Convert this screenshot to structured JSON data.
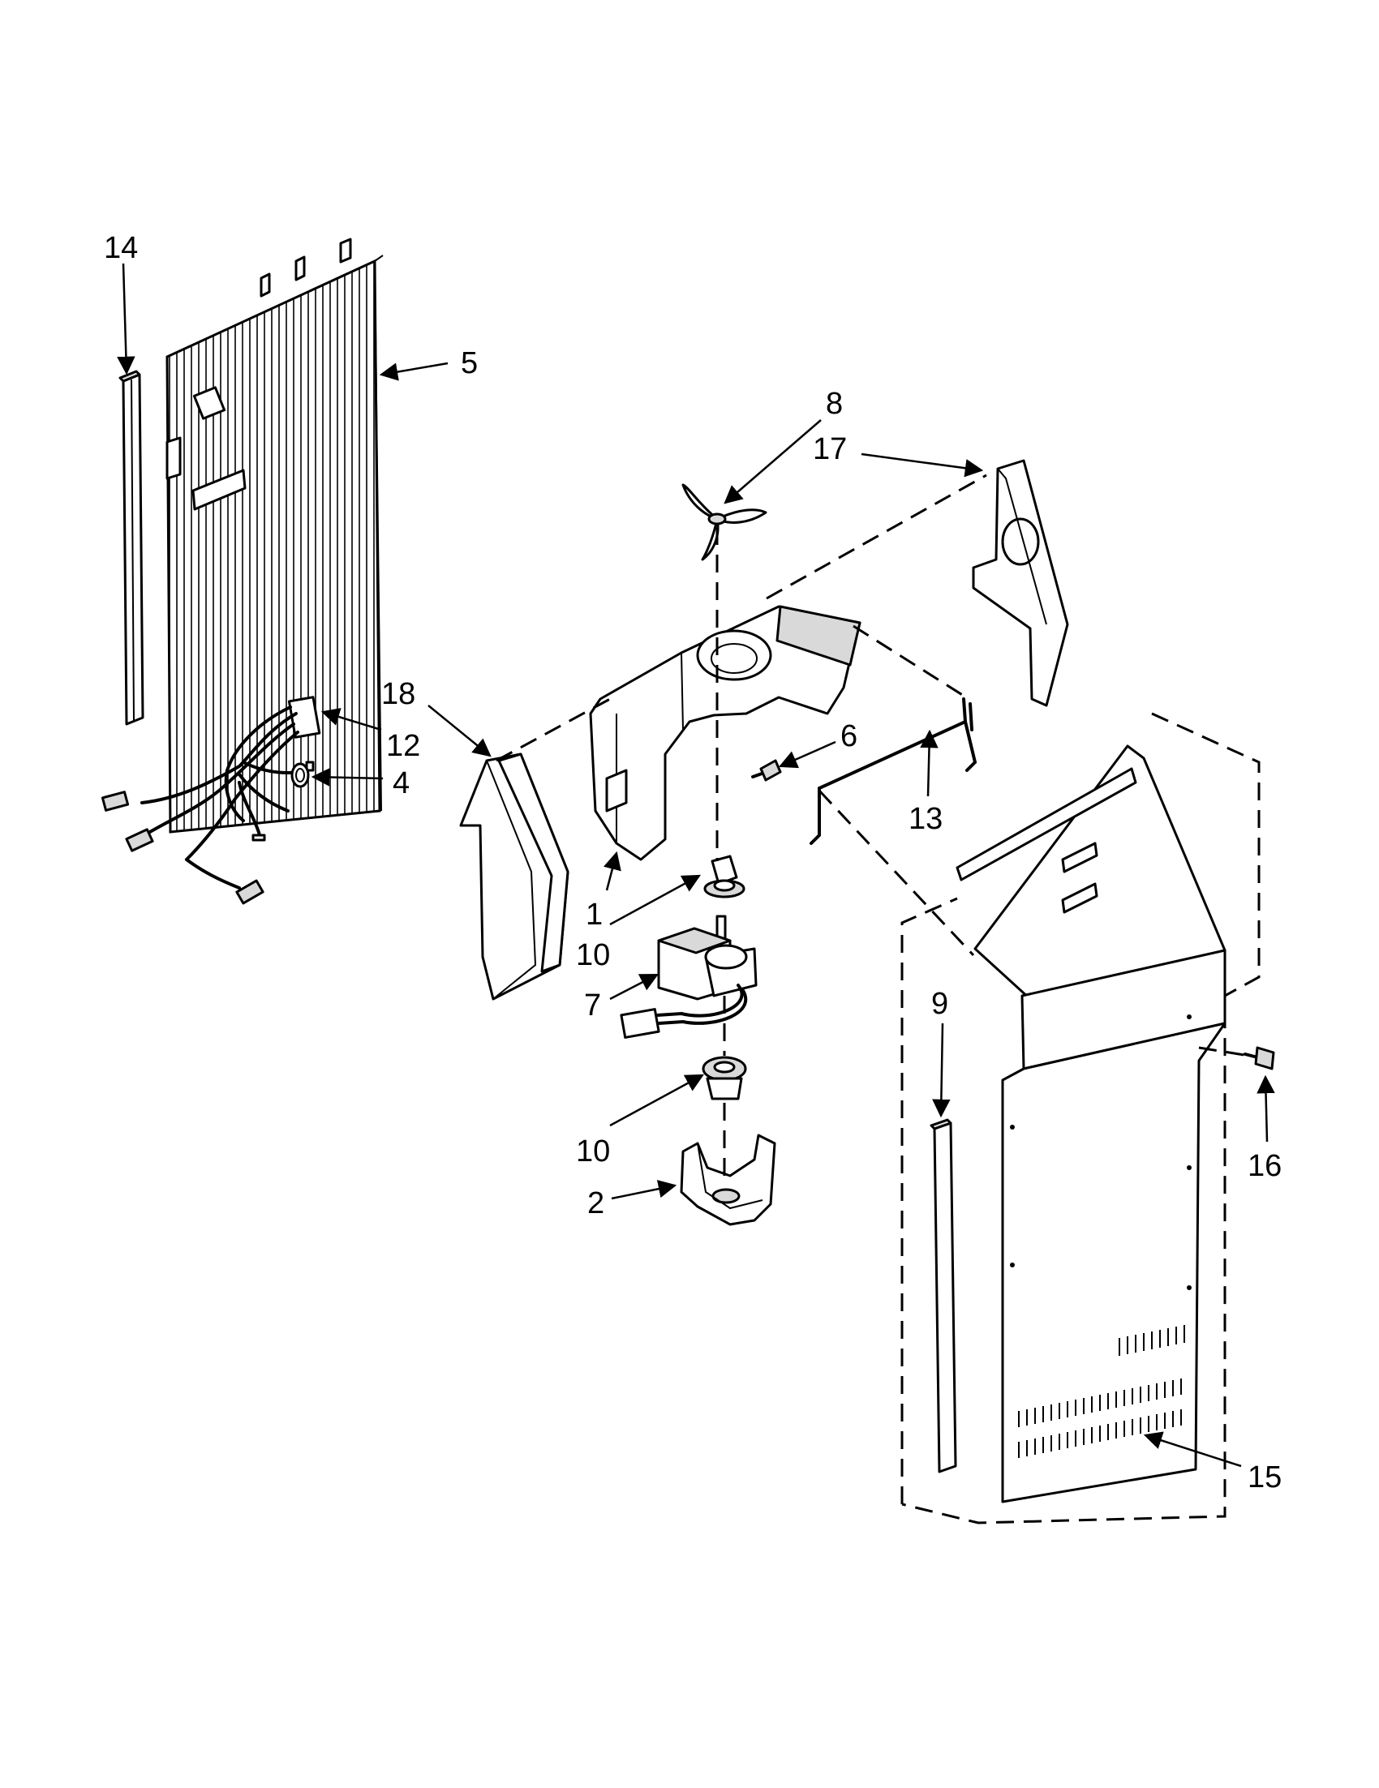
{
  "callouts": [
    {
      "id": "c14",
      "text": "14"
    },
    {
      "id": "c5",
      "text": "5"
    },
    {
      "id": "c8",
      "text": "8"
    },
    {
      "id": "c17",
      "text": "17"
    },
    {
      "id": "c18",
      "text": "18"
    },
    {
      "id": "c12",
      "text": "12"
    },
    {
      "id": "c4",
      "text": "4"
    },
    {
      "id": "c6",
      "text": "6"
    },
    {
      "id": "c13",
      "text": "13"
    },
    {
      "id": "c1",
      "text": "1"
    },
    {
      "id": "c10a",
      "text": "10"
    },
    {
      "id": "c7",
      "text": "7"
    },
    {
      "id": "c9",
      "text": "9"
    },
    {
      "id": "c16",
      "text": "16"
    },
    {
      "id": "c10b",
      "text": "10"
    },
    {
      "id": "c2",
      "text": "2"
    },
    {
      "id": "c15",
      "text": "15"
    }
  ]
}
